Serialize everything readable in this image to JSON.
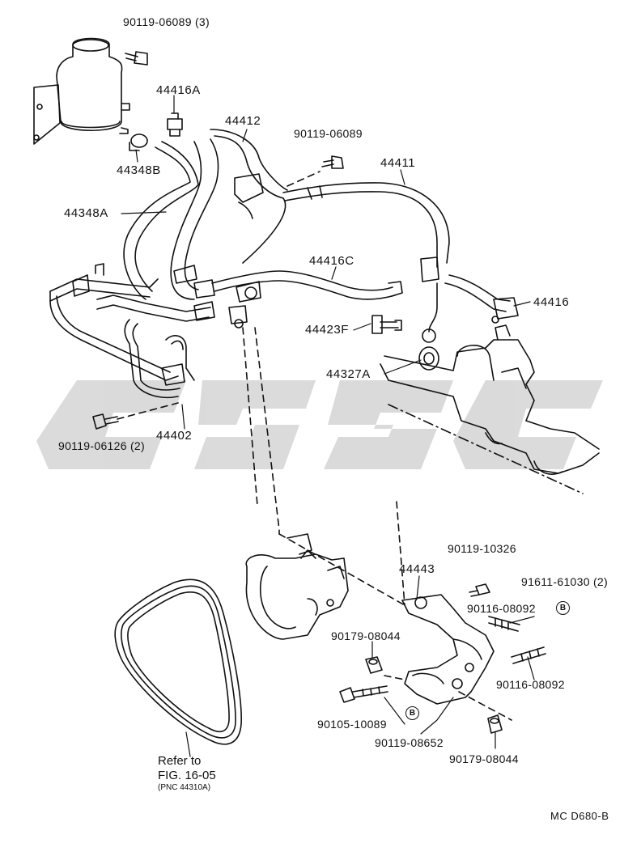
{
  "labels": {
    "p_90119_06089_3": "90119-06089 (3)",
    "p_44416A": "44416A",
    "p_44412": "44412",
    "p_90119_06089": "90119-06089",
    "p_44348B": "44348B",
    "p_44411": "44411",
    "p_44348A": "44348A",
    "p_44416C": "44416C",
    "p_44416": "44416",
    "p_44423F": "44423F",
    "p_44327A": "44327A",
    "p_90119_06126_2": "90119-06126 (2)",
    "p_44402": "44402",
    "p_90119_10326": "90119-10326",
    "p_44443": "44443",
    "p_91611_61030_2": "91611-61030 (2)",
    "p_90116_08092_a": "90116-08092",
    "p_90179_08044_a": "90179-08044",
    "p_90116_08092_b": "90116-08092",
    "p_90105_10089": "90105-10089",
    "p_90119_08652": "90119-08652",
    "p_90179_08044_b": "90179-08044"
  },
  "badges": {
    "b1": "B",
    "b2": "B"
  },
  "reference": {
    "line1": "Refer to",
    "line2": "FIG. 16-05",
    "line3": "(PNC 44310A)"
  },
  "footer": {
    "code": "MC  D680-B"
  },
  "colors": {
    "ink": "#111111",
    "watermark": "#d6d6d6"
  }
}
